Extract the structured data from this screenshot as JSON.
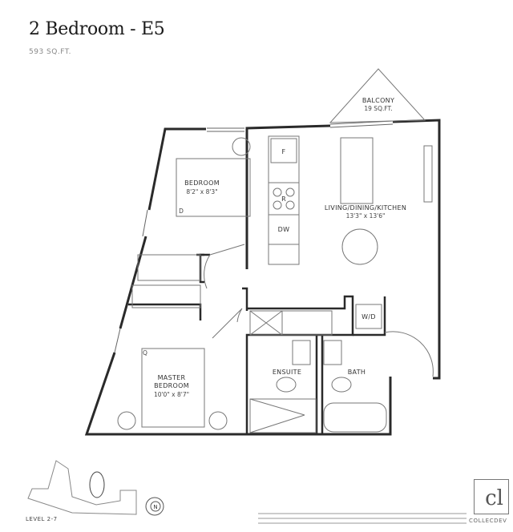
{
  "header": {
    "title": "2 Bedroom - E5",
    "area": "593 SQ.FT."
  },
  "rooms": {
    "balcony": {
      "name": "BALCONY",
      "size": "19 SQ.FT."
    },
    "bedroom": {
      "name": "BEDROOM",
      "size": "8'2\" x 8'3\"",
      "bed_marker": "D"
    },
    "living": {
      "name": "LIVING/DINING/KITCHEN",
      "size": "13'3\" x 13'6\""
    },
    "master": {
      "name_line1": "MASTER",
      "name_line2": "BEDROOM",
      "size": "10'0\" x 8'7\"",
      "bed_marker": "Q"
    },
    "ensuite": {
      "name": "ENSUITE"
    },
    "bath": {
      "name": "BATH"
    },
    "laundry": {
      "name": "W/D"
    }
  },
  "appliances": {
    "fridge": "F",
    "range": "R",
    "dishwasher": "DW"
  },
  "footer": {
    "level": "LEVEL 2-7",
    "north": "N",
    "logo_text": "COLLECDEV"
  },
  "colors": {
    "wall": "#2a2a2a",
    "line": "#777777"
  }
}
